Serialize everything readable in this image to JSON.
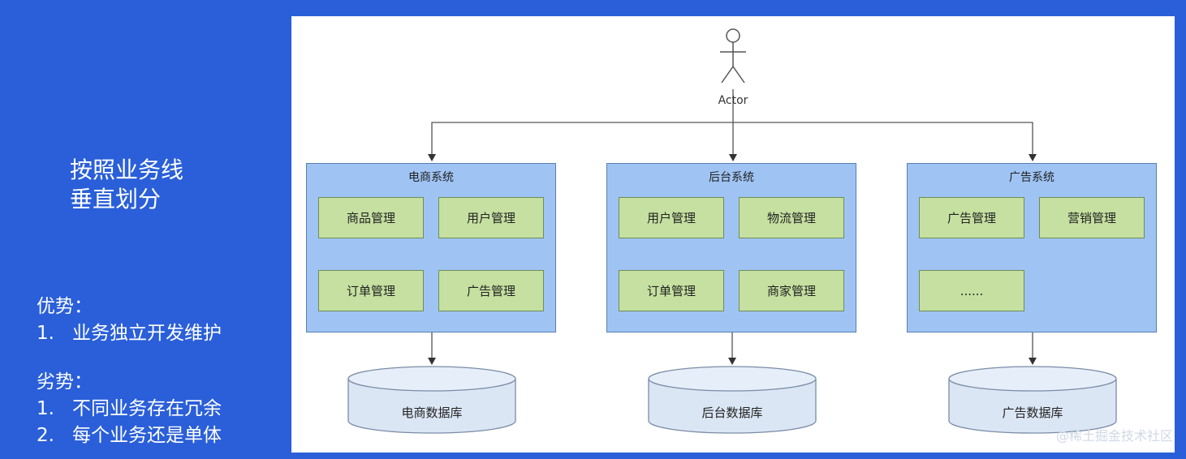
{
  "left": {
    "title_line1": "按照业务线",
    "title_line2": "垂直划分",
    "pros_heading": "优势：",
    "pros": [
      {
        "num": "1.",
        "text": "业务独立开发维护"
      }
    ],
    "cons_heading": "劣势：",
    "cons": [
      {
        "num": "1.",
        "text": "不同业务存在冗余"
      },
      {
        "num": "2.",
        "text": "每个业务还是单体"
      }
    ]
  },
  "diagram": {
    "actor_label": "Actor",
    "systems": [
      {
        "title": "电商系统",
        "modules": [
          "商品管理",
          "用户管理",
          "订单管理",
          "广告管理"
        ],
        "database": "电商数据库"
      },
      {
        "title": "后台系统",
        "modules": [
          "用户管理",
          "物流管理",
          "订单管理",
          "商家管理"
        ],
        "database": "后台数据库"
      },
      {
        "title": "广告系统",
        "modules": [
          "广告管理",
          "营销管理",
          "......"
        ],
        "database": "广告数据库"
      }
    ]
  },
  "watermark": "@稀土掘金技术社区",
  "colors": {
    "background": "#2a5fd9",
    "system_fill": "#9fc4f4",
    "module_fill": "#c5e0a0",
    "database_fill": "#dbe6f5"
  }
}
